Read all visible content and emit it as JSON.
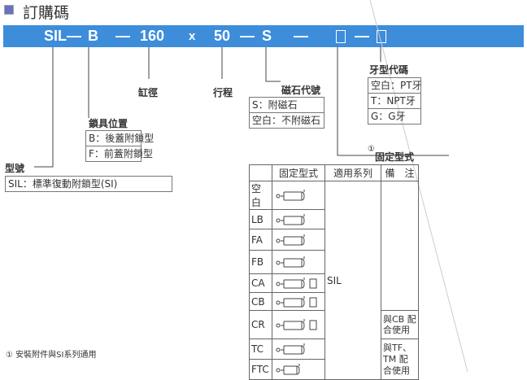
{
  "title": "訂購碼",
  "code": {
    "model": "SIL",
    "lock": "B",
    "bore": "160",
    "times": "x",
    "stroke": "50",
    "magnet": "S",
    "dash": "—"
  },
  "model_label": "型號",
  "model_options": [
    "SIL：標準復動附鎖型(SI)"
  ],
  "lock_label": "鎖具位置",
  "lock_options": [
    "B：後蓋附鎖型",
    "F：前蓋附鎖型"
  ],
  "bore_label": "缸徑",
  "stroke_label": "行程",
  "magnet_label": "磁石代號",
  "magnet_options": [
    "S：附磁石",
    "空白：不附磁石"
  ],
  "thread_label": "牙型代碼",
  "thread_options": [
    "空白：PT牙",
    "T：NPT牙",
    "G：G牙"
  ],
  "mount_marker": "①",
  "mount_label": "固定型式",
  "table": {
    "headers": [
      "",
      "固定型式",
      "適用系列",
      "備　注"
    ],
    "codes": [
      "空白",
      "LB",
      "FA",
      "FB",
      "CA",
      "CB",
      "CR",
      "TC",
      "FTC"
    ],
    "series": "SIL",
    "remark_cr": "與CB 配合使用",
    "remark_tc": "與TF、TM 配合使用"
  },
  "footnote": "① 安裝附件與SI系列通用",
  "colors": {
    "bar": "#3d8ddb"
  }
}
